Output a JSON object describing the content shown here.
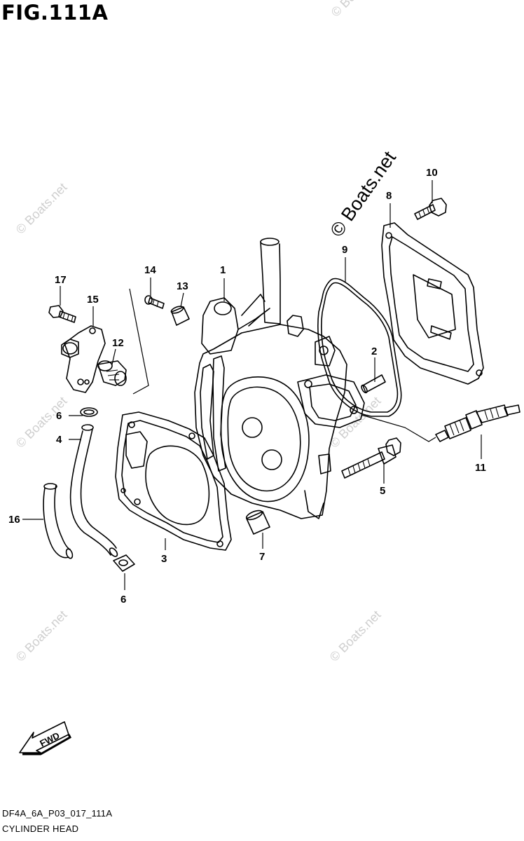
{
  "figure": {
    "title": "FIG.111A",
    "code": "DF4A_6A_P03_017_111A",
    "name": "CYLINDER HEAD"
  },
  "watermark": {
    "text": "© Boats.net"
  },
  "fwd_label": "FWD",
  "callouts": [
    {
      "id": "p1",
      "label": "1"
    },
    {
      "id": "p2",
      "label": "2"
    },
    {
      "id": "p3",
      "label": "3"
    },
    {
      "id": "p4",
      "label": "4"
    },
    {
      "id": "p5",
      "label": "5"
    },
    {
      "id": "p6a",
      "label": "6"
    },
    {
      "id": "p6b",
      "label": "6"
    },
    {
      "id": "p7",
      "label": "7"
    },
    {
      "id": "p8",
      "label": "8"
    },
    {
      "id": "p9",
      "label": "9"
    },
    {
      "id": "p10",
      "label": "10"
    },
    {
      "id": "p11",
      "label": "11"
    },
    {
      "id": "p12",
      "label": "12"
    },
    {
      "id": "p13",
      "label": "13"
    },
    {
      "id": "p14",
      "label": "14"
    },
    {
      "id": "p15",
      "label": "15"
    },
    {
      "id": "p16",
      "label": "16"
    },
    {
      "id": "p17",
      "label": "17"
    }
  ]
}
